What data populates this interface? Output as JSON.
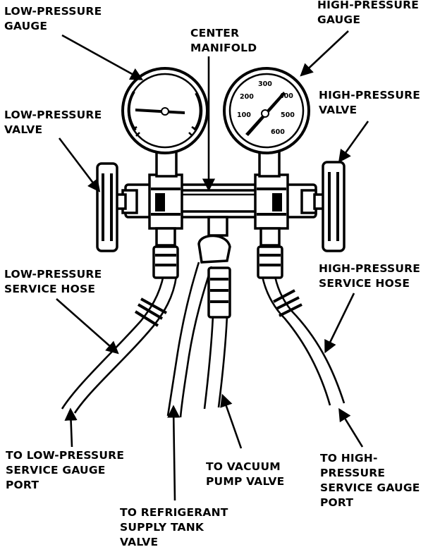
{
  "labels": {
    "low_pressure_gauge": [
      "LOW-PRESSURE",
      "GAUGE"
    ],
    "high_pressure_gauge": [
      "HIGH-PRESSURE",
      "GAUGE"
    ],
    "center_manifold": [
      "CENTER",
      "MANIFOLD"
    ],
    "low_pressure_valve": [
      "LOW-PRESSURE",
      "VALVE"
    ],
    "high_pressure_valve": [
      "HIGH-PRESSURE",
      "VALVE"
    ],
    "low_pressure_hose": [
      "LOW-PRESSURE",
      "SERVICE HOSE"
    ],
    "high_pressure_hose": [
      "HIGH-PRESSURE",
      "SERVICE HOSE"
    ],
    "to_low_port": [
      "TO LOW-PRESSURE",
      "SERVICE GAUGE",
      "PORT"
    ],
    "to_vacuum": [
      "TO VACUUM",
      "PUMP VALVE"
    ],
    "to_high_port": [
      "TO HIGH-",
      "PRESSURE",
      "SERVICE GAUGE",
      "PORT"
    ],
    "to_refrigerant": [
      "TO REFRIGERANT",
      "SUPPLY TANK",
      "VALVE"
    ]
  },
  "high_gauge_scale": [
    "100",
    "200",
    "300",
    "400",
    "500",
    "600"
  ]
}
